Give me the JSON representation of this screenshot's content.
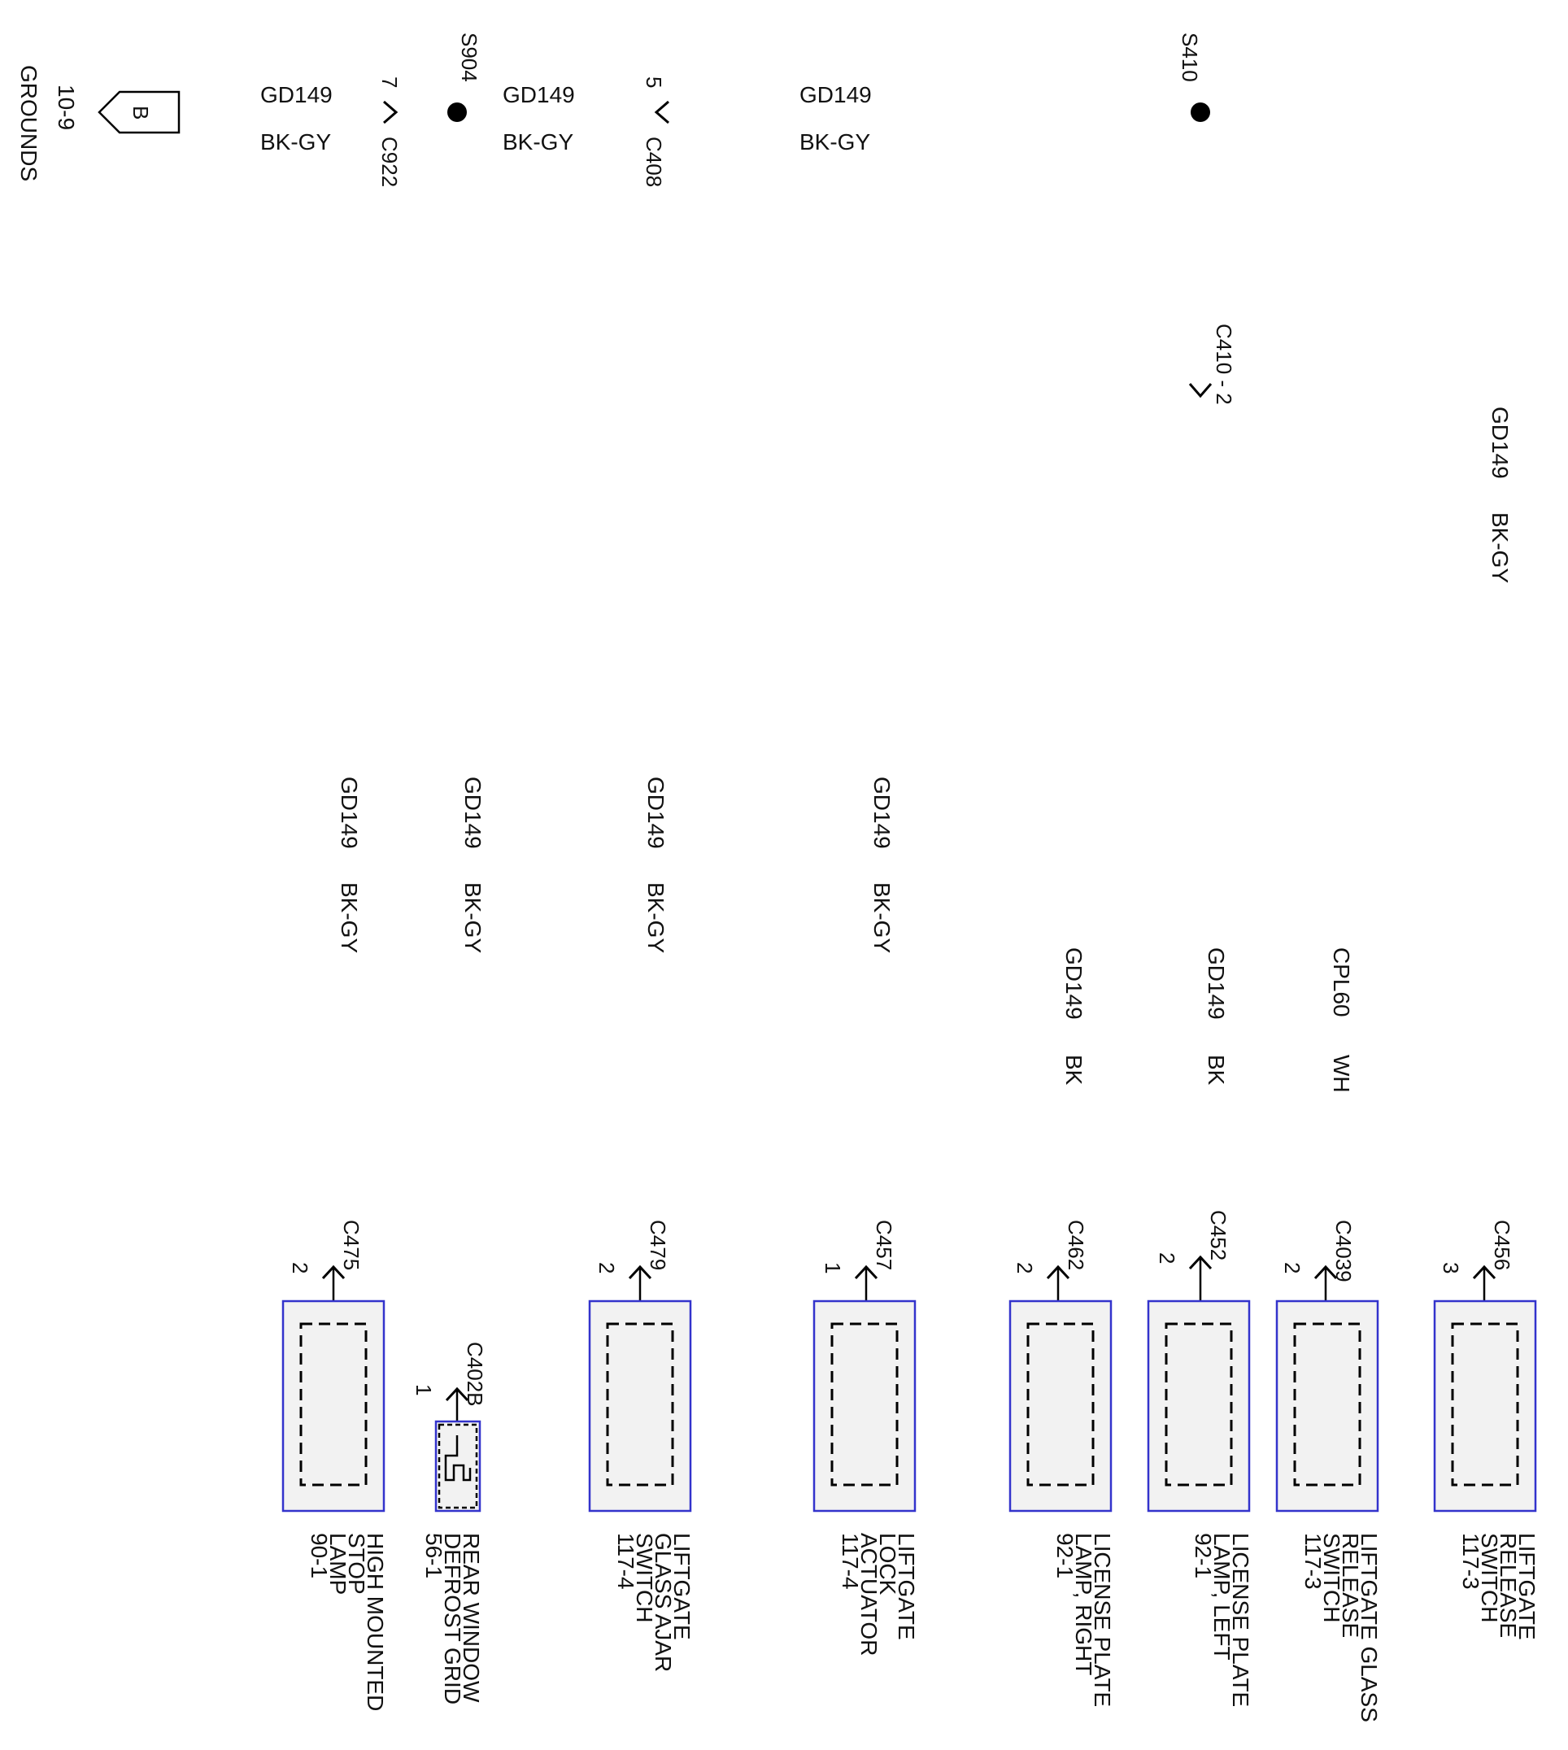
{
  "colors": {
    "wire": "#ff0000",
    "component_border": "#3333cc",
    "component_fill": "#f2f2f2",
    "text": "#111111"
  },
  "ground": {
    "ref": "10-9",
    "title": "GROUNDS",
    "flag_letter": "B"
  },
  "splices": {
    "s904": "S904",
    "s410": "S410"
  },
  "top_wires": [
    {
      "circuit": "GD149",
      "color": "BK-GY"
    },
    {
      "circuit": "GD149",
      "color": "BK-GY"
    },
    {
      "circuit": "GD149",
      "color": "BK-GY"
    }
  ],
  "inline_connectors": [
    {
      "id": "C922",
      "pin": "7"
    },
    {
      "id": "C408",
      "pin": "5"
    },
    {
      "id": "C410",
      "pin": "2",
      "text": "C410 - 2"
    }
  ],
  "branch_wires": {
    "high_mounted": {
      "circuit": "GD149",
      "color": "BK-GY"
    },
    "rear_window": {
      "circuit": "GD149",
      "color": "BK-GY"
    },
    "glass_ajar": {
      "circuit": "GD149",
      "color": "BK-GY"
    },
    "lock_actuator": {
      "circuit": "GD149",
      "color": "BK-GY"
    },
    "plate_right": {
      "circuit": "GD149",
      "color": "BK"
    },
    "plate_left": {
      "circuit": "GD149",
      "color": "BK"
    },
    "glass_release": {
      "circuit": "CPL60",
      "color": "WH"
    },
    "liftgate_release": {
      "circuit": "GD149",
      "color": "BK-GY"
    }
  },
  "components": [
    {
      "key": "high_mounted",
      "connector": "C475",
      "pin": "2",
      "lines": [
        "HIGH MOUNTED",
        "STOP",
        "LAMP",
        "90-1"
      ]
    },
    {
      "key": "rear_window",
      "connector": "C402B",
      "pin": "1",
      "lines": [
        "REAR WINDOW",
        "DEFROST GRID",
        "56-1"
      ]
    },
    {
      "key": "glass_ajar",
      "connector": "C479",
      "pin": "2",
      "lines": [
        "LIFTGATE",
        "GLASS AJAR",
        "SWITCH",
        "117-4"
      ]
    },
    {
      "key": "lock_actuator",
      "connector": "C457",
      "pin": "1",
      "lines": [
        "LIFTGATE",
        "LOCK",
        "ACTUATOR",
        "117-4"
      ]
    },
    {
      "key": "plate_right",
      "connector": "C462",
      "pin": "2",
      "lines": [
        "LICENSE PLATE",
        "LAMP, RIGHT",
        "92-1"
      ]
    },
    {
      "key": "plate_left",
      "connector": "C452",
      "pin": "2",
      "lines": [
        "LICENSE PLATE",
        "LAMP, LEFT",
        "92-1"
      ]
    },
    {
      "key": "glass_release",
      "connector": "C4039",
      "pin": "2",
      "lines": [
        "LIFTGATE GLASS",
        "RELEASE",
        "SWITCH",
        "117-3"
      ]
    },
    {
      "key": "liftgate_release",
      "connector": "C456",
      "pin": "3",
      "lines": [
        "LIFTGATE",
        "RELEASE",
        "SWITCH",
        "117-3"
      ]
    }
  ]
}
